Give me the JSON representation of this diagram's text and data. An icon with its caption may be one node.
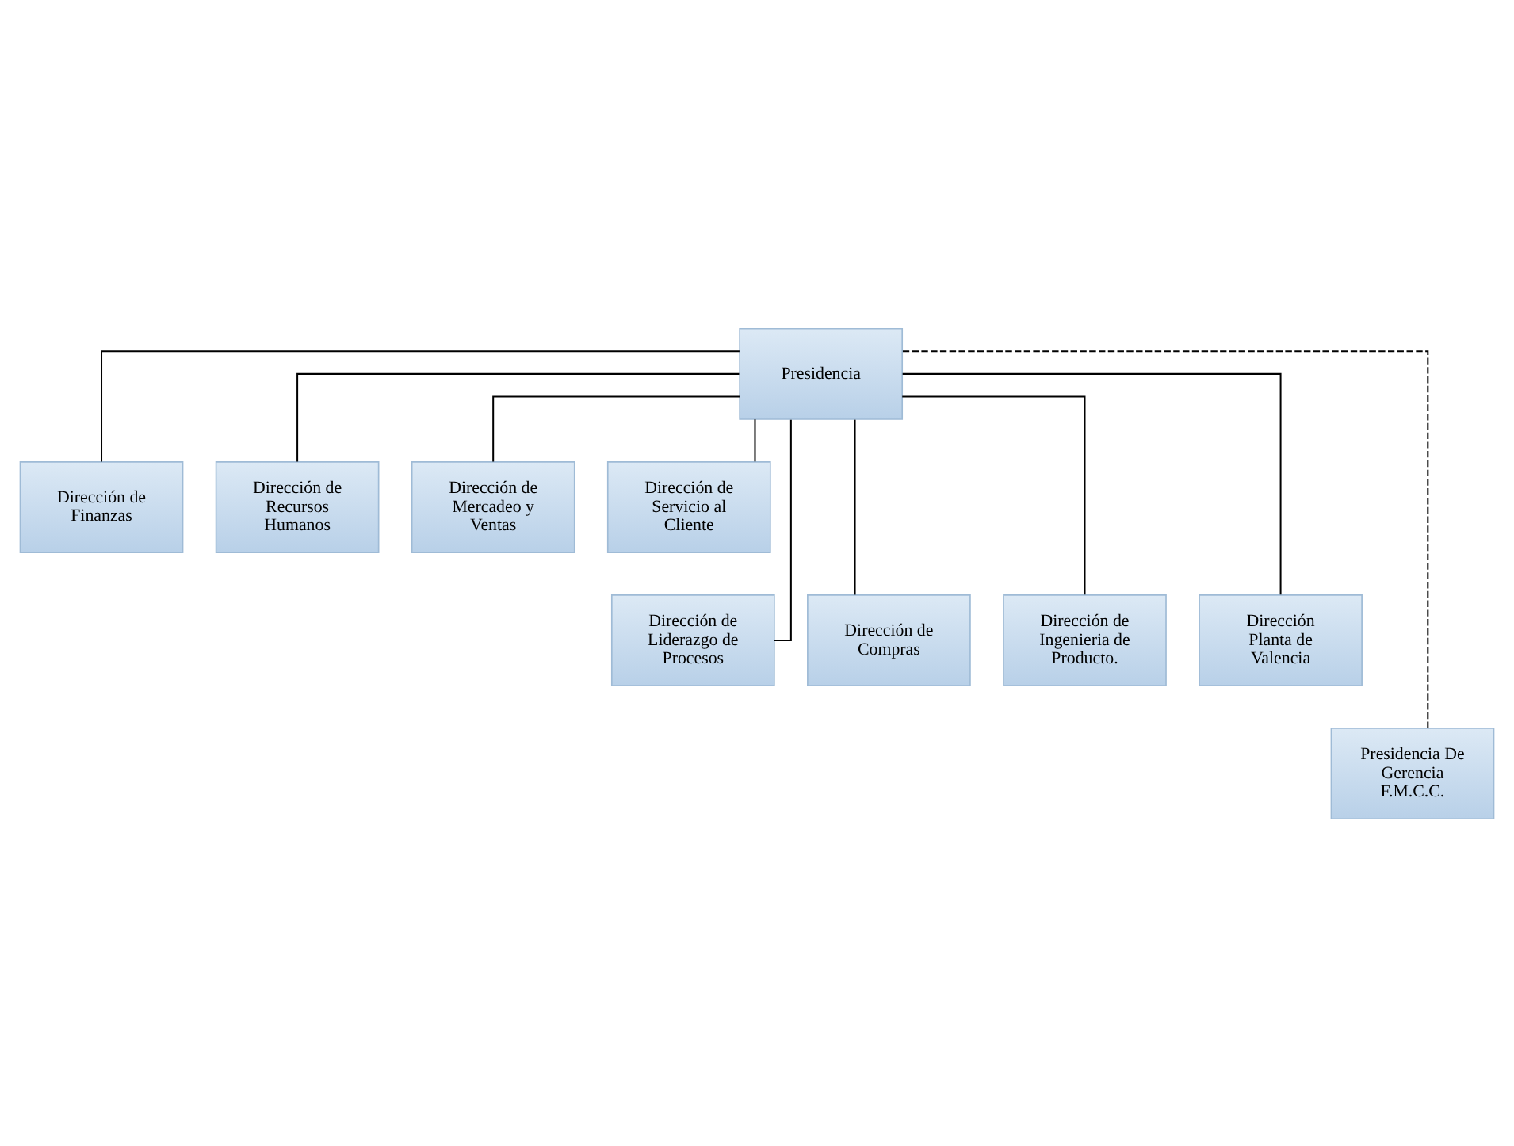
{
  "diagram": {
    "nodes": [
      {
        "text": [
          "Presidencia"
        ]
      },
      {
        "text": [
          "Dirección de Finanzas"
        ]
      },
      {
        "text": [
          "Dirección de Recursos Humanos"
        ]
      },
      {
        "text": [
          "Dirección de Mercadeo y Ventas"
        ]
      },
      {
        "text": [
          "Dirección de Servicio al Cliente"
        ]
      },
      {
        "text": [
          "Dirección de Liderazgo de Procesos"
        ]
      },
      {
        "text": [
          "Dirección de Compras"
        ]
      },
      {
        "text": [
          "Dirección de Ingenieria de Producto."
        ]
      },
      {
        "text": [
          "Dirección Planta de Valencia"
        ]
      },
      {
        "text": [
          "Presidencia De Gerencia F.M.C.C."
        ]
      }
    ],
    "edges": [
      {
        "from": 0,
        "to": 1,
        "arrow": "none"
      },
      {
        "from": 0,
        "to": 2,
        "arrow": "none"
      },
      {
        "from": 0,
        "to": 3,
        "arrow": "none"
      },
      {
        "from": 0,
        "to": 4,
        "arrow": "none"
      },
      {
        "from": 0,
        "to": 5,
        "arrow": "none"
      },
      {
        "from": 0,
        "to": 6,
        "arrow": "none"
      },
      {
        "from": 0,
        "to": 7,
        "arrow": "none"
      },
      {
        "from": 0,
        "to": 8,
        "arrow": "none"
      },
      {
        "from": 0,
        "to": 9,
        "arrow": "none",
        "style": "dashed"
      }
    ]
  }
}
